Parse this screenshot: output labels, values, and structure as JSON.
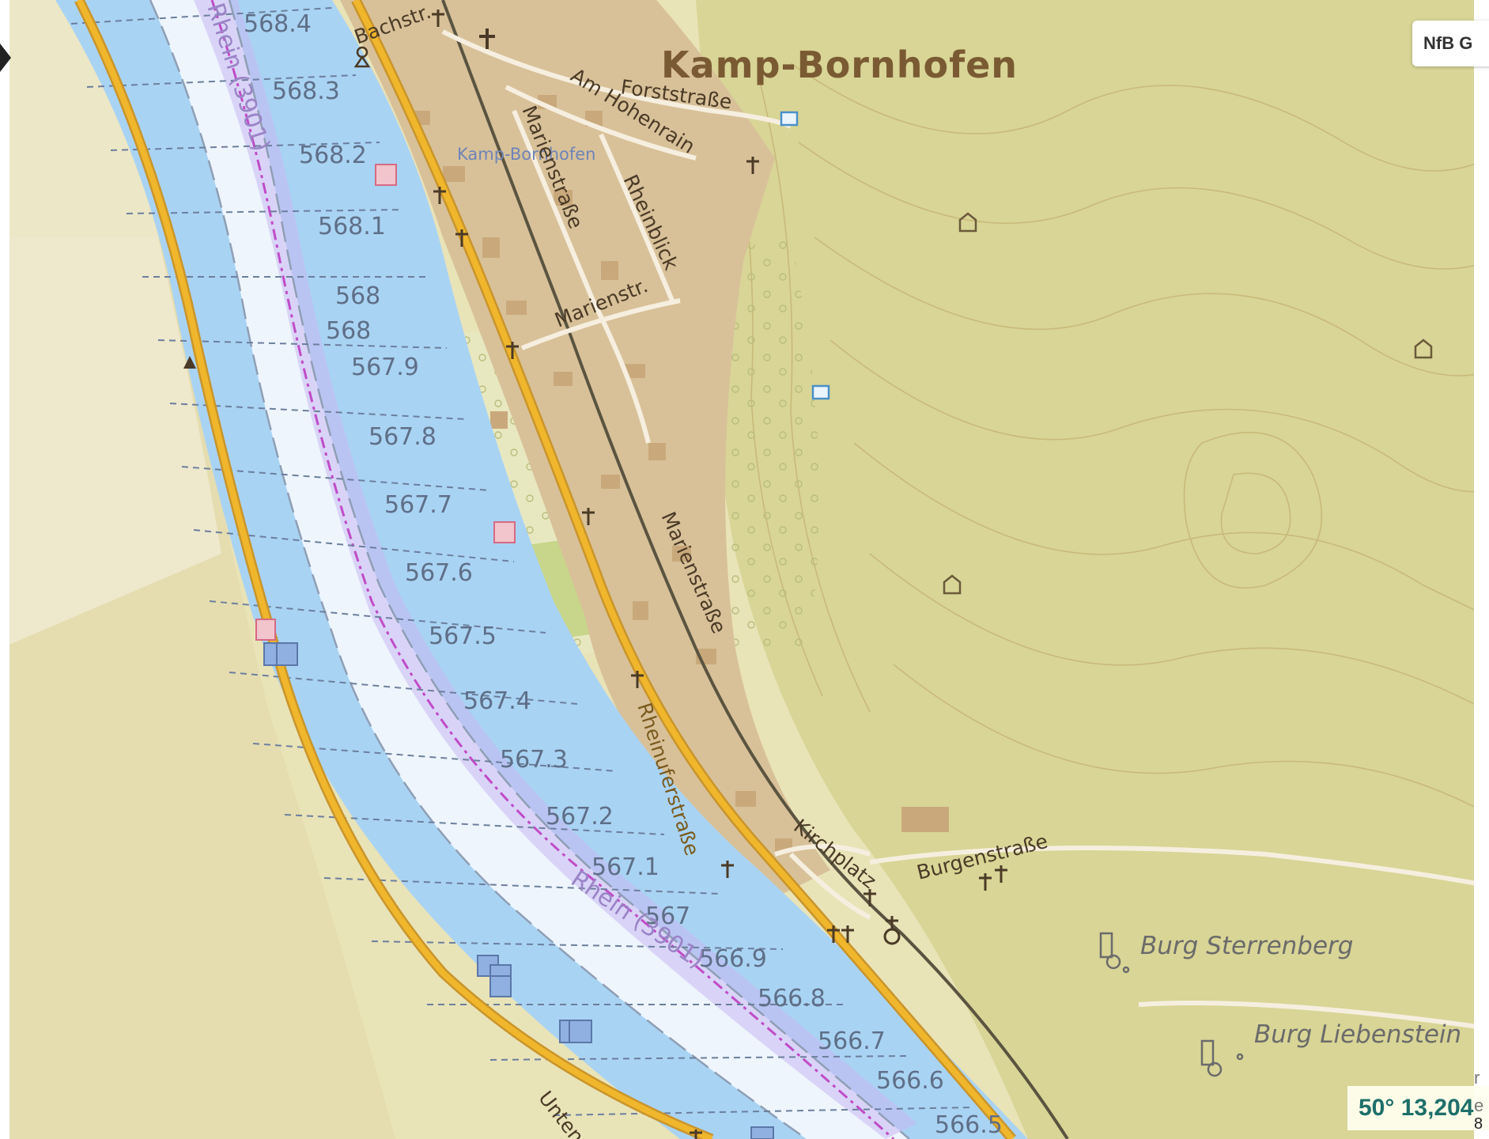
{
  "map": {
    "place_label": "Kamp-Bornhofen",
    "streets": {
      "bachstr": "Bachstr.",
      "forststrasse": "Forststraße",
      "am_hohenrain": "Am Hohenrain",
      "marienstr": "Marienstr.",
      "rheinblick": "Rheinblick",
      "marienstrasse": "Marienstraße",
      "marienstrasse_upper": "Marienstraße",
      "rheinuferstrasse": "Rheinuferstraße",
      "kirchplatz": "Kirchplatz",
      "burgenstrasse": "Burgenstraße",
      "unten": "Unten"
    },
    "station_label": "Kamp-Bornhofen",
    "river_label": "Rhein (3901)",
    "poi": {
      "burg_sterrenberg": "Burg Sterrenberg",
      "burg_liebenstein": "Burg Liebenstein"
    },
    "km_markers": [
      "568.4",
      "568.3",
      "568.2",
      "568.1",
      "568",
      "568",
      "567.9",
      "567.8",
      "567.7",
      "567.6",
      "567.5",
      "567.4",
      "567.3",
      "567.2",
      "567.1",
      "567",
      "566.9",
      "566.8",
      "566.7",
      "566.6",
      "566.5"
    ],
    "colors": {
      "land": "#e9e3b8",
      "forest": "#d8d596",
      "settlement": "#d8c199",
      "water": "#a9d3f3",
      "fairway": "#eef5fd",
      "river_line": "#c04cc8",
      "road": "#f0b62c",
      "rail": "#5a5440"
    }
  },
  "ui": {
    "layer_badge": "NfB G",
    "coordinate_readout": "50° 13,204",
    "edge_glyph_r": "r",
    "edge_glyph_e": "e",
    "edge_glyph_8": "8"
  }
}
